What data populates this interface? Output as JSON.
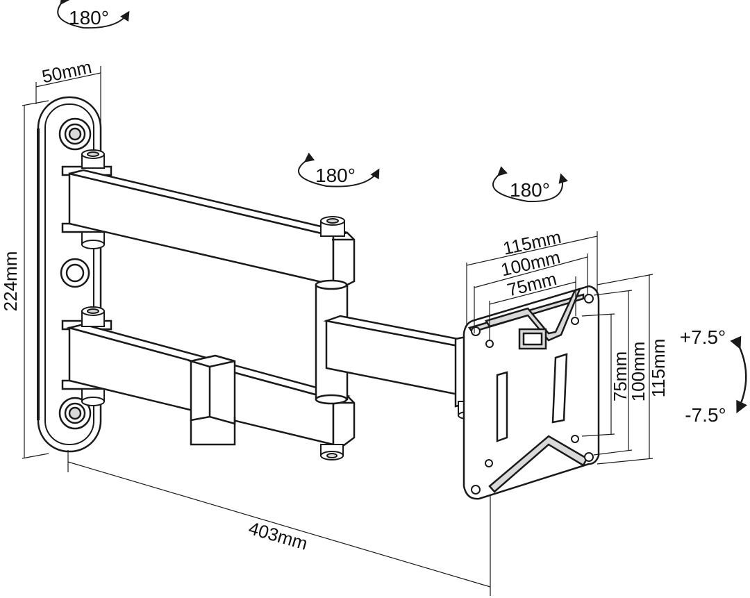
{
  "rotation_labels": {
    "top_left": "180°",
    "middle": "180°",
    "right": "180°"
  },
  "tilt_labels": {
    "up": "+7.5°",
    "down": "-7.5°"
  },
  "dimensions": {
    "wall_plate_width": "50mm",
    "wall_plate_height": "224mm",
    "arm_extension": "403mm",
    "vesa_h_115": "115mm",
    "vesa_h_100": "100mm",
    "vesa_h_75": "75mm",
    "vesa_v_75": "75mm",
    "vesa_v_100": "100mm",
    "vesa_v_115": "115mm"
  },
  "colors": {
    "line": "#1a1a1a",
    "fill": "#ffffff",
    "shade": "#d9d9d9"
  }
}
